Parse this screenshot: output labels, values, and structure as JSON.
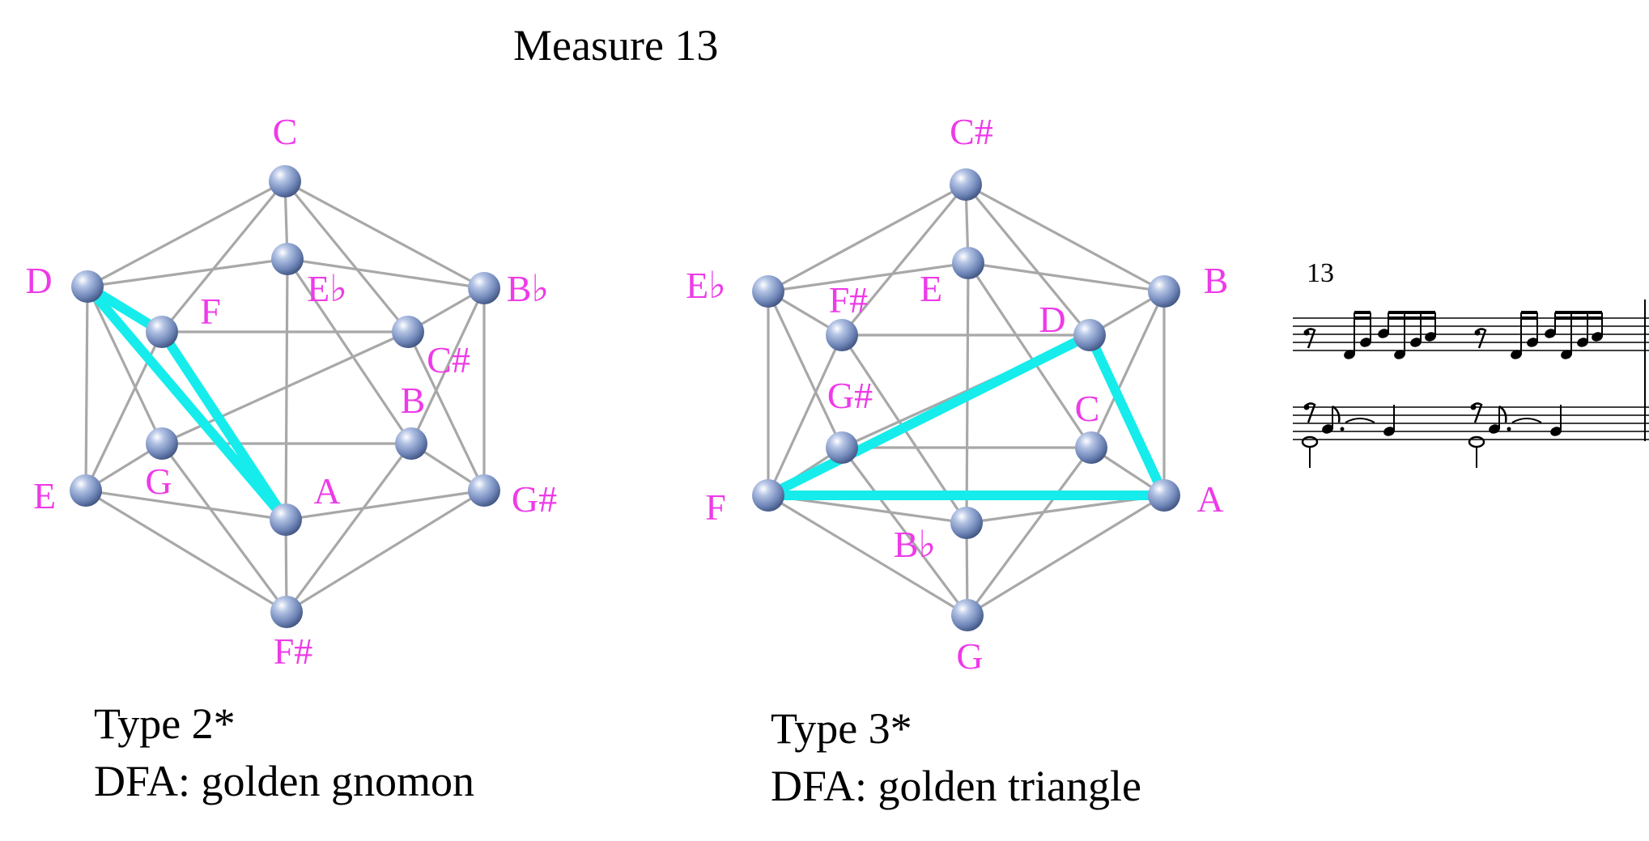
{
  "title": "Measure 13",
  "left": {
    "type_label": "Type 2*",
    "dfa_label": "DFA: golden gnomon",
    "vertices": [
      {
        "id": "top",
        "label": "C"
      },
      {
        "id": "ul",
        "label": "D"
      },
      {
        "id": "ur",
        "label": "B♭"
      },
      {
        "id": "ll",
        "label": "E"
      },
      {
        "id": "lr",
        "label": "G#"
      },
      {
        "id": "bot",
        "label": "F#"
      },
      {
        "id": "i1",
        "label": "E♭"
      },
      {
        "id": "i2",
        "label": "F"
      },
      {
        "id": "i3",
        "label": "C#"
      },
      {
        "id": "i4",
        "label": "G"
      },
      {
        "id": "i5",
        "label": "B"
      },
      {
        "id": "i6",
        "label": "A"
      }
    ],
    "highlight": [
      "D",
      "F",
      "A"
    ]
  },
  "right": {
    "type_label": "Type 3*",
    "dfa_label": "DFA: golden triangle",
    "vertices": [
      {
        "id": "top",
        "label": "C#"
      },
      {
        "id": "ul",
        "label": "E♭"
      },
      {
        "id": "ur",
        "label": "B"
      },
      {
        "id": "ll",
        "label": "F"
      },
      {
        "id": "lr",
        "label": "A"
      },
      {
        "id": "bot",
        "label": "G"
      },
      {
        "id": "i1",
        "label": "E"
      },
      {
        "id": "i2",
        "label": "F#"
      },
      {
        "id": "i3",
        "label": "D"
      },
      {
        "id": "i4",
        "label": "G#"
      },
      {
        "id": "i5",
        "label": "C"
      },
      {
        "id": "i6",
        "label": "B♭"
      }
    ],
    "highlight": [
      "D",
      "F",
      "A"
    ]
  },
  "score": {
    "measure_number": "13"
  },
  "colors": {
    "label": "#ee3ae8",
    "highlight": "#16ecec",
    "edge": "#a8a8a8",
    "vertex": "#6f86b8"
  }
}
